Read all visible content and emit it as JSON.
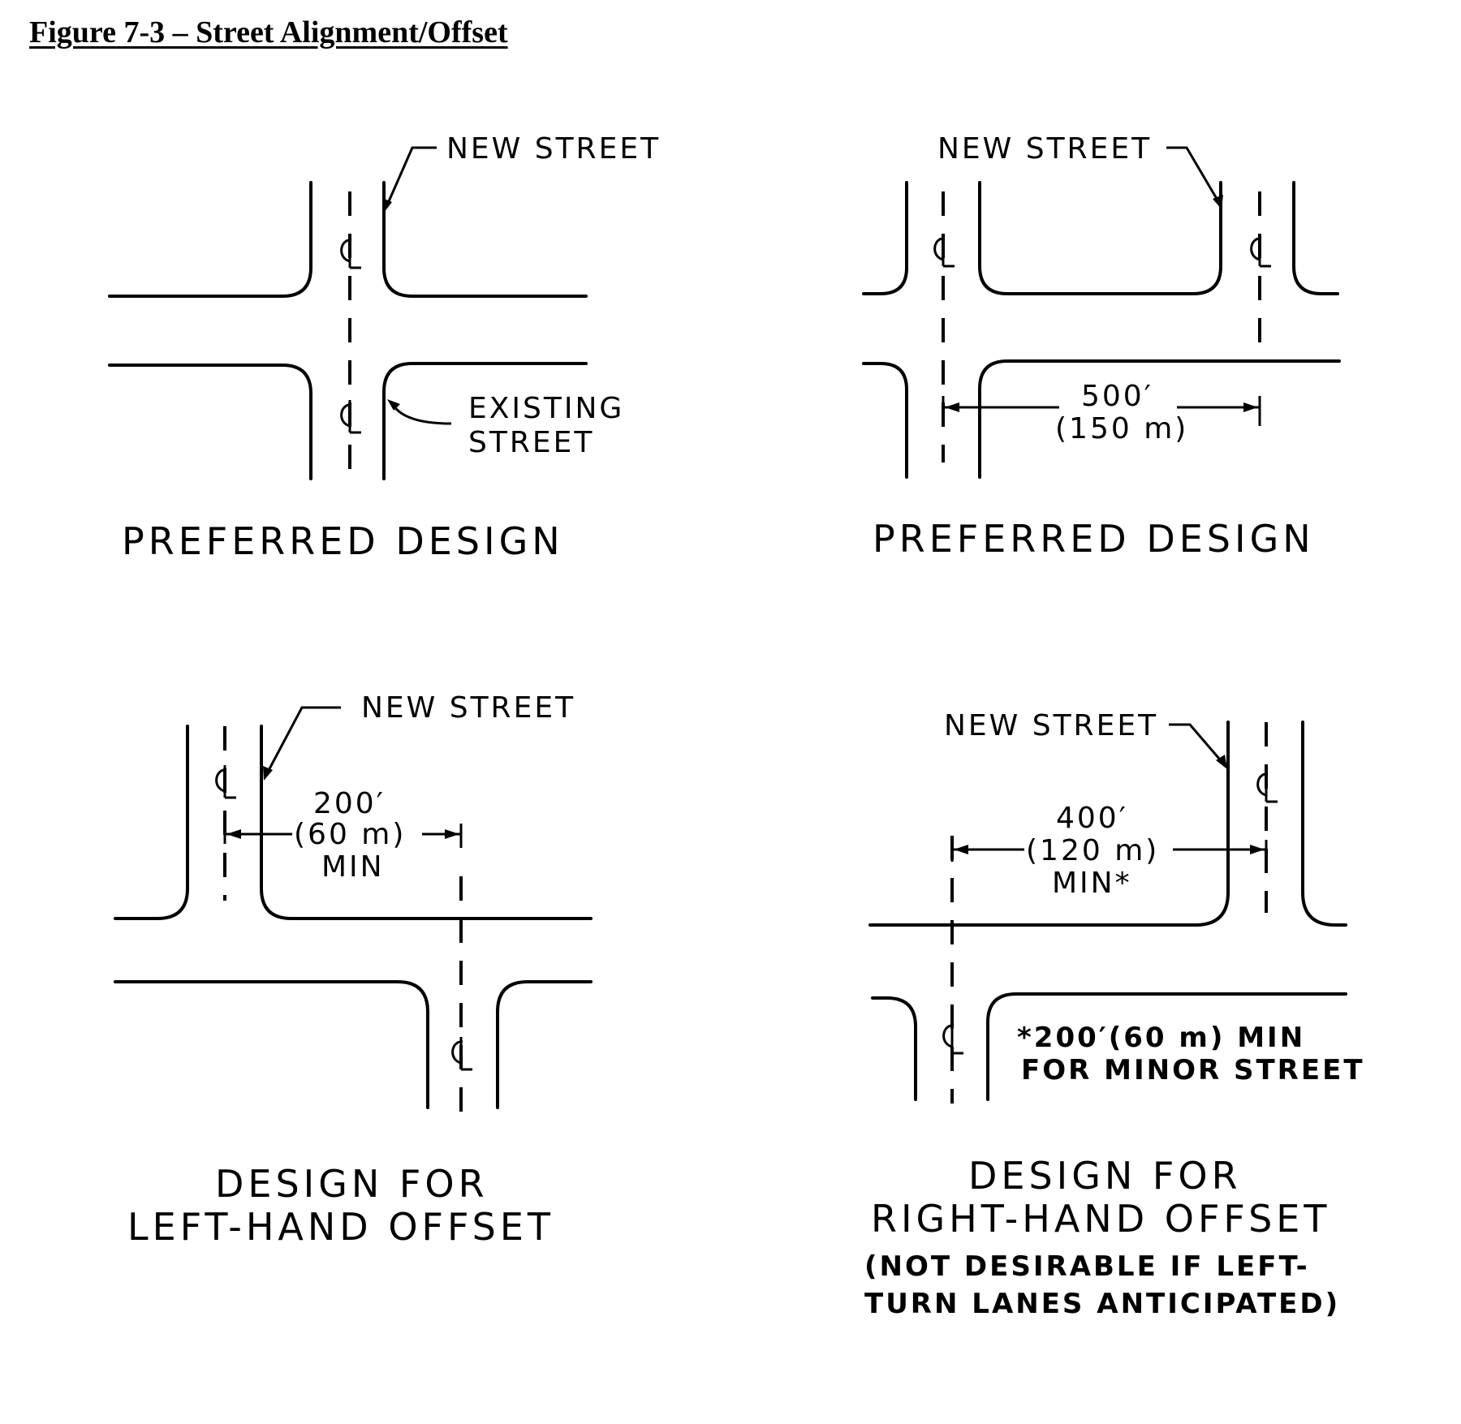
{
  "title": "Figure 7-3 – Street Alignment/Offset",
  "panels": {
    "top_left": {
      "new_street": "NEW STREET",
      "existing_street_1": "EXISTING",
      "existing_street_2": "STREET",
      "caption": "PREFERRED DESIGN"
    },
    "top_right": {
      "new_street": "NEW STREET",
      "dim_ft": "500′",
      "dim_m": "(150 m)",
      "caption": "PREFERRED DESIGN"
    },
    "bottom_left": {
      "new_street": "NEW STREET",
      "dim_ft": "200′",
      "dim_m": "(60 m)",
      "dim_min": "MIN",
      "caption_1": "DESIGN FOR",
      "caption_2": "LEFT-HAND OFFSET"
    },
    "bottom_right": {
      "new_street": "NEW STREET",
      "dim_ft": "400′",
      "dim_m": "(120 m)",
      "dim_min": "MIN*",
      "footnote_1": "*200′(60 m) MIN",
      "footnote_2": "FOR MINOR STREET",
      "caption_1": "DESIGN FOR",
      "caption_2": "RIGHT-HAND OFFSET",
      "caption_3": "(NOT DESIRABLE IF LEFT-",
      "caption_4": "TURN LANES ANTICIPATED)"
    }
  }
}
